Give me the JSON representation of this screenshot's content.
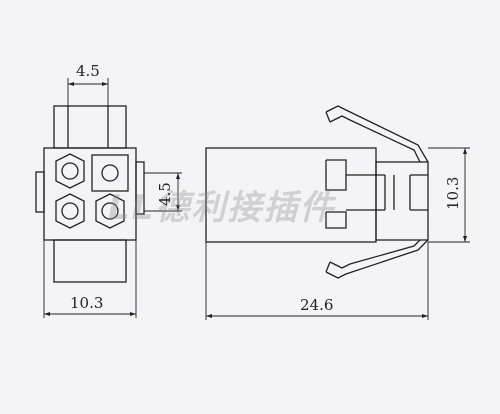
{
  "front_view": {
    "dim_top": "4.5",
    "dim_right": "4.5",
    "dim_bottom": "10.3"
  },
  "side_view": {
    "dim_right": "10.3",
    "dim_bottom": "24.6"
  },
  "watermark": "LL德利接插件",
  "colors": {
    "line": "#222222",
    "background": "#f4f4f6"
  }
}
